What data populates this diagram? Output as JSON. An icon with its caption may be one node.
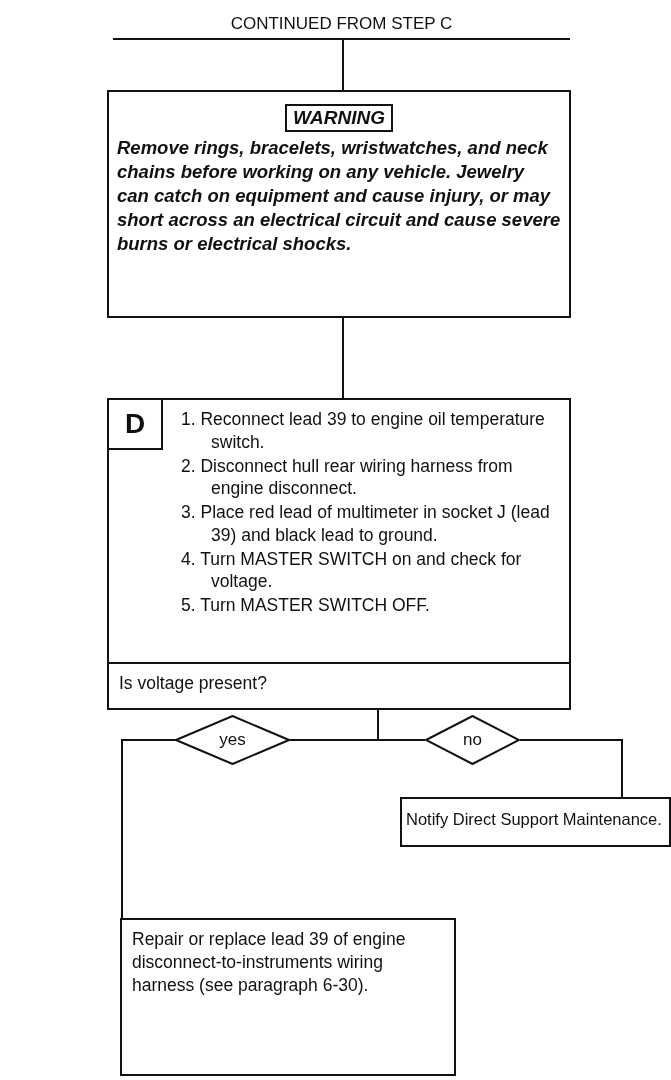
{
  "diagram": {
    "nodes": [
      {
        "text": [
          "CONTINUED FROM STEP C"
        ]
      },
      {
        "text": [
          "WARNING",
          "Remove rings, bracelets, wristwatches, and neck chains before working on any vehicle. Jewelry can catch on equipment and cause injury, or may short across an electrical circuit and cause severe burns or electrical shocks."
        ]
      },
      {
        "text": [
          "D",
          "1. Reconnect lead 39 to engine oil temperature switch.",
          "2. Disconnect hull rear wiring harness from engine disconnect.",
          "3. Place red lead of multimeter in socket J (lead 39) and black lead to ground.",
          "4. Turn MASTER SWITCH on and check for voltage.",
          "5. Turn MASTER SWITCH OFF."
        ]
      },
      {
        "text": [
          "Is voltage present?"
        ]
      },
      {
        "text": [
          "yes"
        ]
      },
      {
        "text": [
          "no"
        ]
      },
      {
        "text": [
          "Notify Direct Support Maintenance."
        ]
      },
      {
        "text": [
          "Repair or replace lead 39 of engine disconnect-to-instruments wiring harness (see paragraph 6-30)."
        ]
      }
    ],
    "edges": [
      {
        "from": 0,
        "to": 1,
        "arrow": "none"
      },
      {
        "from": 1,
        "to": 2,
        "arrow": "none"
      },
      {
        "from": 3,
        "to": 4,
        "arrow": "none"
      },
      {
        "from": 3,
        "to": 5,
        "arrow": "none"
      },
      {
        "from": 4,
        "to": 7,
        "arrow": "none"
      },
      {
        "from": 5,
        "to": 6,
        "arrow": "none"
      }
    ]
  }
}
